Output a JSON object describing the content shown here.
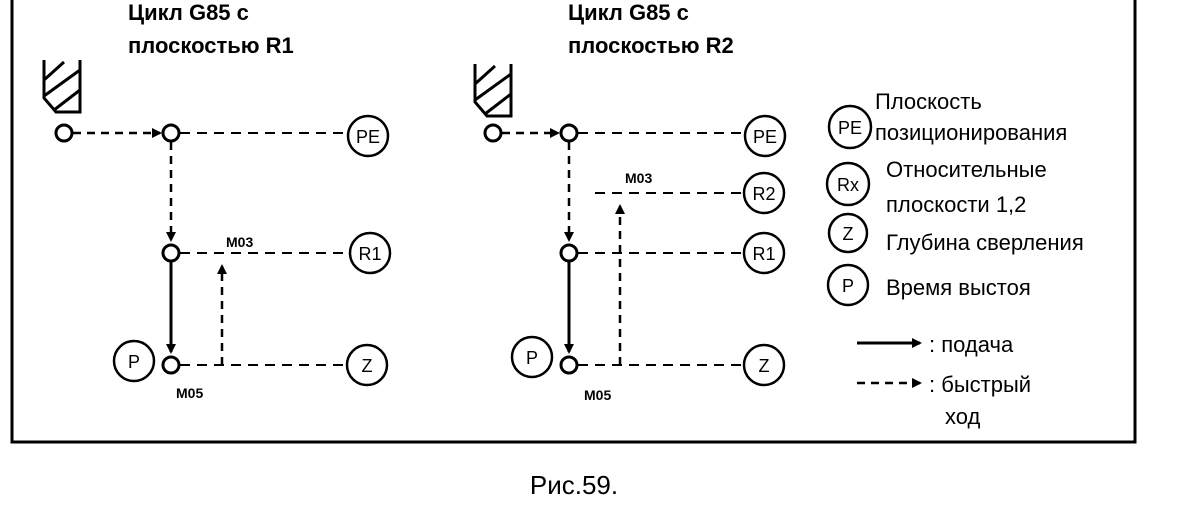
{
  "diagram_left": {
    "title_line1": "Цикл G85 с",
    "title_line2": "плоскостью R1",
    "labels": {
      "pe": "PE",
      "r1": "R1",
      "z": "Z",
      "p": "P",
      "m03": "M03",
      "m05": "M05"
    }
  },
  "diagram_right": {
    "title_line1": "Цикл G85 с",
    "title_line2": "плоскостью R2",
    "labels": {
      "pe": "PE",
      "r2": "R2",
      "r1": "R1",
      "z": "Z",
      "p": "P",
      "m03": "M03",
      "m05": "M05"
    }
  },
  "legend": {
    "pe_symbol": "PE",
    "pe_line1": "Плоскость",
    "pe_line2": "позиционирования",
    "rx_symbol": "Rx",
    "rx_line1": "Относительные",
    "rx_line2": "плоскости 1,2",
    "z_symbol": "Z",
    "z_text": "Глубина сверления",
    "p_symbol": "P",
    "p_text": "Время выстоя",
    "feed_text": ": подача",
    "rapid_line1": ": быстрый",
    "rapid_line2": "ход"
  },
  "caption": "Рис.59."
}
